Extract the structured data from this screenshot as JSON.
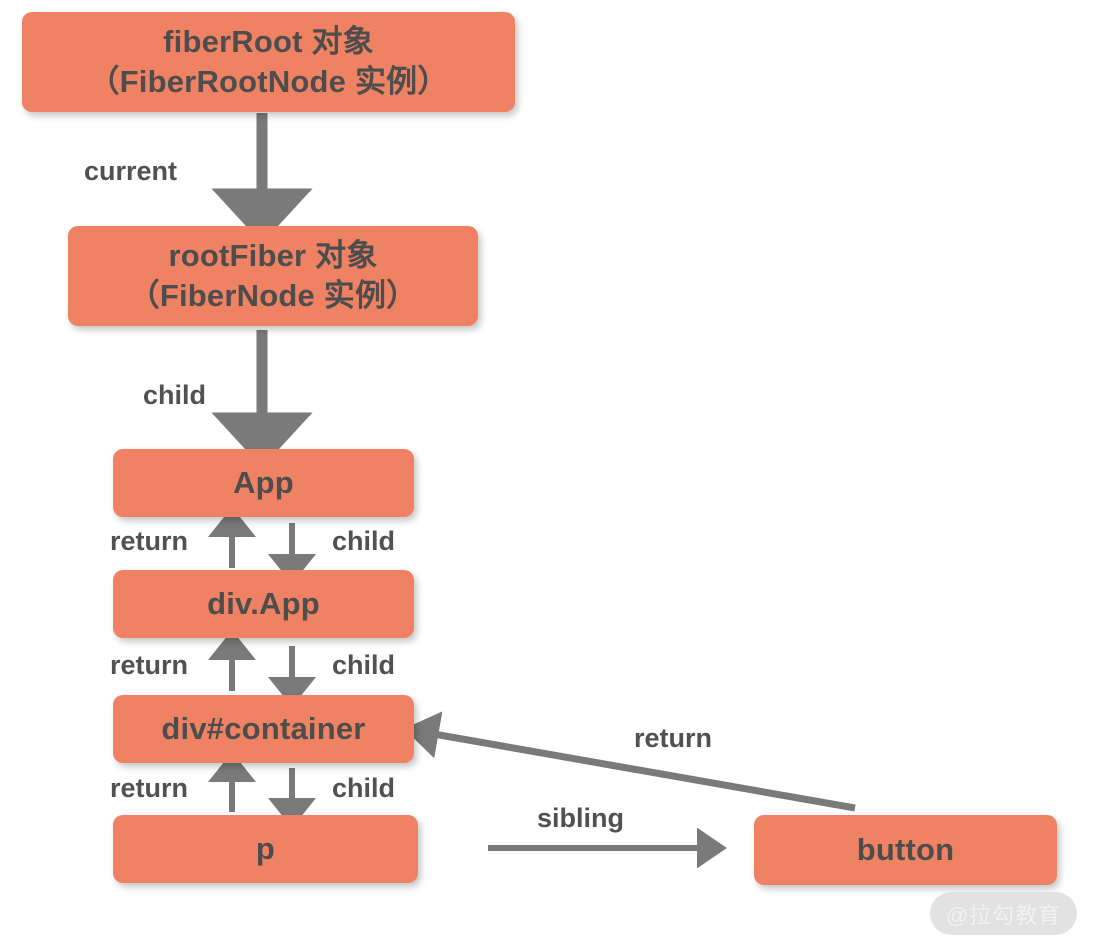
{
  "diagram": {
    "title": "React Fiber tree structure diagram",
    "colors": {
      "node_fill": "#F08264",
      "node_text": "#4d4d4d",
      "arrow": "#7a7a7a",
      "label_text": "#515151",
      "background": "#ffffff",
      "watermark_bg": "#e2e2e2",
      "watermark_text": "#f2f2f2"
    },
    "nodes": [
      {
        "id": "fiberRoot",
        "label": "fiberRoot 对象\n（FiberRootNode 实例）"
      },
      {
        "id": "rootFiber",
        "label": "rootFiber 对象\n（FiberNode 实例）"
      },
      {
        "id": "app",
        "label": "App"
      },
      {
        "id": "divApp",
        "label": "div.App"
      },
      {
        "id": "divContainer",
        "label": "div#container"
      },
      {
        "id": "p",
        "label": "p"
      },
      {
        "id": "button",
        "label": "button"
      }
    ],
    "edges": [
      {
        "id": "e-current",
        "label": "current",
        "from": "fiberRoot",
        "to": "rootFiber"
      },
      {
        "id": "e-child-root",
        "label": "child",
        "from": "rootFiber",
        "to": "app"
      },
      {
        "id": "e-return-app",
        "label": "return",
        "from": "divApp",
        "to": "app"
      },
      {
        "id": "e-child-app",
        "label": "child",
        "from": "app",
        "to": "divApp"
      },
      {
        "id": "e-return-divapp",
        "label": "return",
        "from": "divContainer",
        "to": "divApp"
      },
      {
        "id": "e-child-divapp",
        "label": "child",
        "from": "divApp",
        "to": "divContainer"
      },
      {
        "id": "e-return-cont",
        "label": "return",
        "from": "p",
        "to": "divContainer"
      },
      {
        "id": "e-child-cont",
        "label": "child",
        "from": "divContainer",
        "to": "p"
      },
      {
        "id": "e-sibling",
        "label": "sibling",
        "from": "p",
        "to": "button"
      },
      {
        "id": "e-return-btn",
        "label": "return",
        "from": "button",
        "to": "divContainer"
      }
    ],
    "watermark": "@拉勾教育"
  }
}
